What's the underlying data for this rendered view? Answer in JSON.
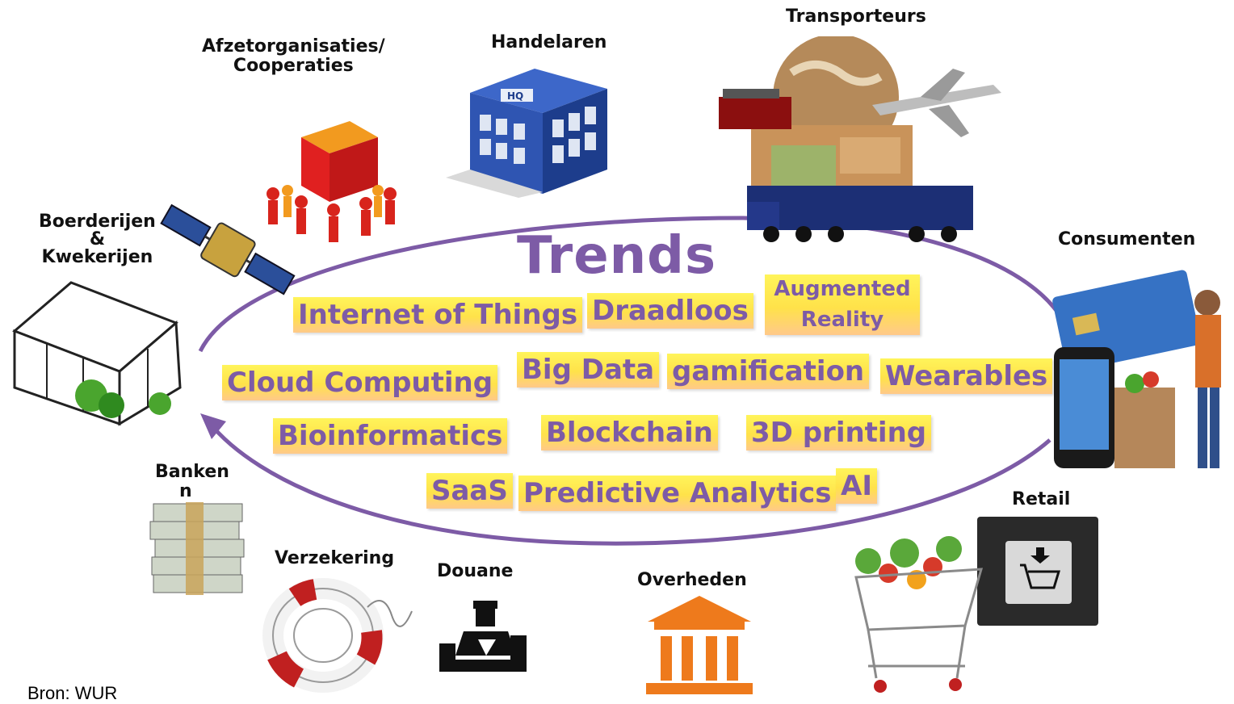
{
  "center": {
    "title": "Trends",
    "tags": [
      "Internet of Things",
      "Draadloos",
      "Augmented Reality",
      "Cloud Computing",
      "Big Data",
      "gamification",
      "Wearables",
      "Bioinformatics",
      "Blockchain",
      "3D printing",
      "SaaS",
      "Predictive Analytics",
      "AI"
    ],
    "ring_color": "#7d5ba6",
    "tag_color": "#ffe24a"
  },
  "actors": {
    "afzet_line1": "Afzetorganisaties/",
    "afzet_line2": "Cooperaties",
    "handelaren": "Handelaren",
    "transporteurs": "Transporteurs",
    "consumenten": "Consumenten",
    "boer_line1": "Boerderijen",
    "boer_line2": "&",
    "boer_line3": "Kwekerijen",
    "banken_line1": "Banken",
    "banken_line2": "n",
    "verzekering": "Verzekering",
    "douane": "Douane",
    "overheden": "Overheden",
    "retail": "Retail"
  },
  "source": "Bron: WUR"
}
